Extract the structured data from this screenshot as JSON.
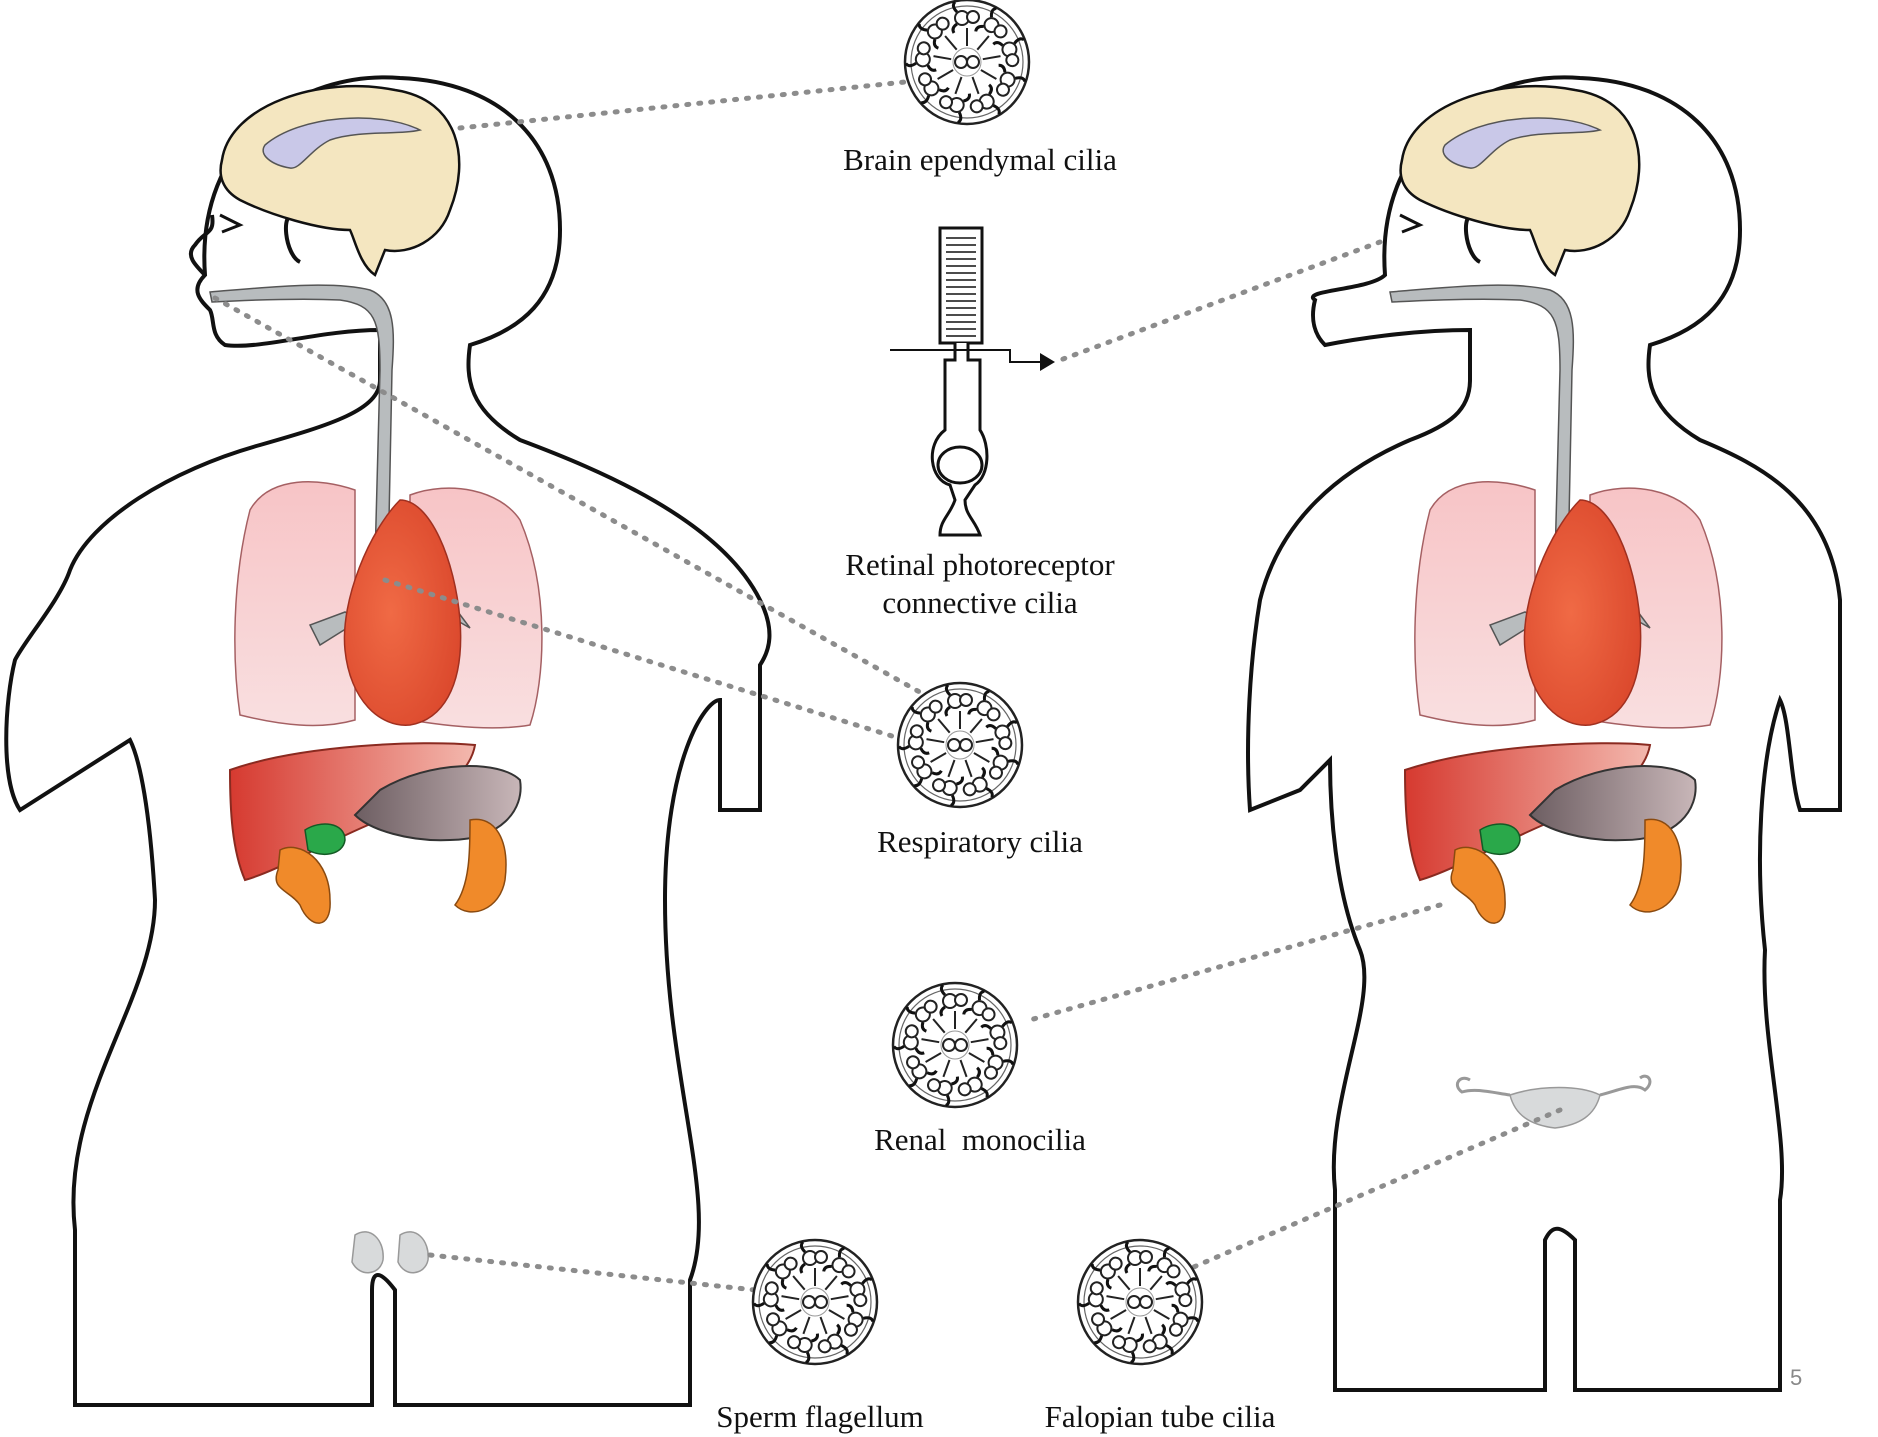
{
  "labels": {
    "brain": "Brain ependymal cilia",
    "retinal_line1": "Retinal photoreceptor",
    "retinal_line2": "connective cilia",
    "respiratory": "Respiratory cilia",
    "renal": "Renal  monocilia",
    "sperm": "Sperm flagellum",
    "fallopian": "Falopian tube cilia"
  },
  "page_number": "5",
  "colors": {
    "outline": "#111111",
    "brain": "#f4e6c0",
    "ventricle": "#c9c8e8",
    "airway": "#b8bcbe",
    "lung": "#f4b9bd",
    "heart": "#e9573a",
    "liver": "#d9453a",
    "stomach": "#8c7d80",
    "kidney": "#f08a2a",
    "gallbladder": "#2aa84a",
    "gonad": "#d8dadb",
    "dotted": "#8c8c8c"
  }
}
